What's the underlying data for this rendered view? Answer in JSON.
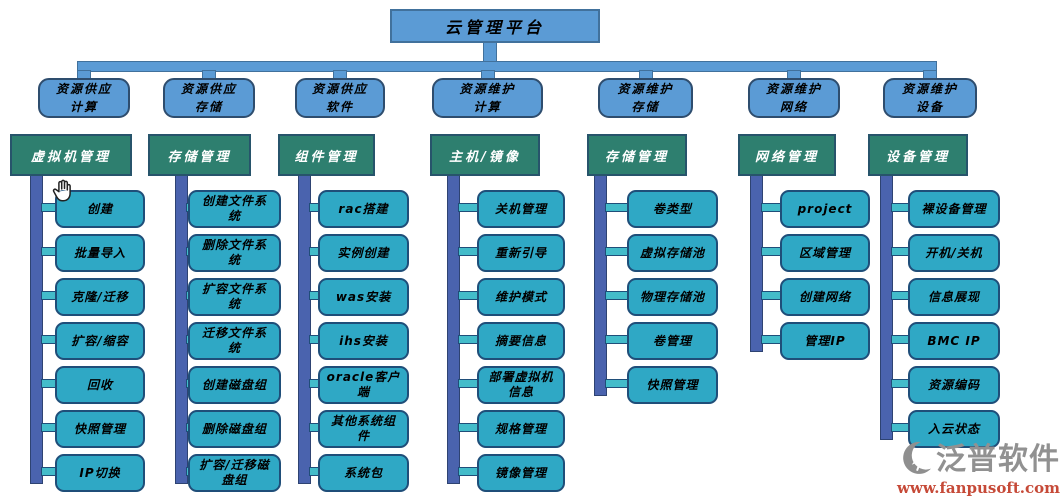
{
  "title": "云管理平台",
  "columns": [
    {
      "branch": {
        "line1": "资源供应",
        "line2": "计算"
      },
      "header": "虚拟机管理",
      "items": [
        "创建",
        "批量导入",
        "克隆/迁移",
        "扩容/缩容",
        "回收",
        "快照管理",
        "IP切换"
      ]
    },
    {
      "branch": {
        "line1": "资源供应",
        "line2": "存储"
      },
      "header": "存储管理",
      "items": [
        "创建文件系统",
        "删除文件系统",
        "扩容文件系统",
        "迁移文件系统",
        "创建磁盘组",
        "删除磁盘组",
        "扩容/迁移磁盘组"
      ]
    },
    {
      "branch": {
        "line1": "资源供应",
        "line2": "软件"
      },
      "header": "组件管理",
      "items": [
        "rac搭建",
        "实例创建",
        "was安装",
        "ihs安装",
        "oracle客户端",
        "其他系统组件",
        "系统包"
      ]
    },
    {
      "branch": {
        "line1": "资源维护",
        "line2": "计算"
      },
      "header": "主机/镜像",
      "items": [
        "关机管理",
        "重新引导",
        "维护模式",
        "摘要信息",
        "部署虚拟机信息",
        "规格管理",
        "镜像管理"
      ]
    },
    {
      "branch": {
        "line1": "资源维护",
        "line2": "存储"
      },
      "header": "存储管理",
      "items": [
        "卷类型",
        "虚拟存储池",
        "物理存储池",
        "卷管理",
        "快照管理"
      ]
    },
    {
      "branch": {
        "line1": "资源维护",
        "line2": "网络"
      },
      "header": "网络管理",
      "items": [
        "project",
        "区域管理",
        "创建网络",
        "管理IP"
      ]
    },
    {
      "branch": {
        "line1": "资源维护",
        "line2": "设备"
      },
      "header": "设备管理",
      "items": [
        "裸设备管理",
        "开机/关机",
        "信息展现",
        "BMC IP",
        "资源编码",
        "入云状态"
      ]
    }
  ],
  "watermark": {
    "brand": "泛普软件",
    "url": "www.fanpusoft.com"
  },
  "colors": {
    "node_blue": "#5b9bd5",
    "node_blue_border": "#41719c",
    "header_green": "#2e7f6f",
    "trunk_indigo": "#4a63ae",
    "item_cyan": "#2fa8c5",
    "stub_teal": "#43bcca",
    "logo_gray": "#919191",
    "logo_red": "#c64a38"
  }
}
